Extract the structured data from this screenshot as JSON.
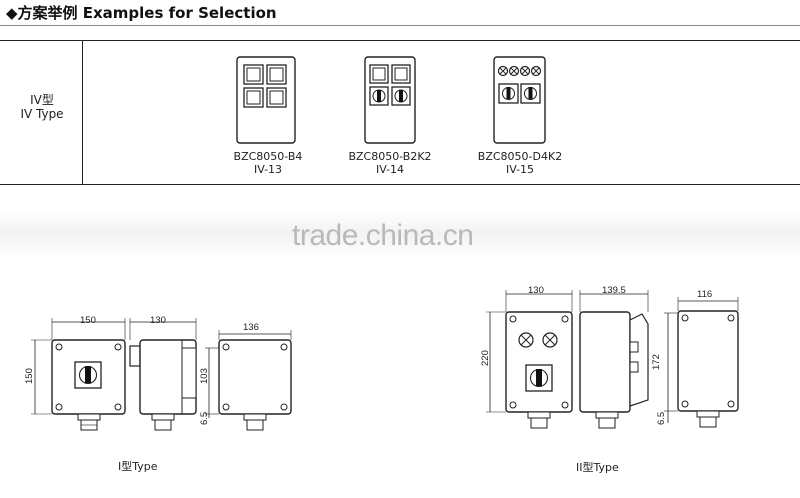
{
  "header": {
    "title": "◆方案举例 Examples for Selection"
  },
  "table": {
    "type_line1": "IV型",
    "type_line2": "IV Type",
    "products": [
      {
        "model": "BZC8050-B4",
        "code": "IV-13"
      },
      {
        "model": "BZC8050-B2K2",
        "code": "IV-14"
      },
      {
        "model": "BZC8050-D4K2",
        "code": "IV-15"
      }
    ]
  },
  "watermark": "trade.china.cn",
  "type1": {
    "caption": "I型Type",
    "dims": {
      "front_width": "150",
      "front_height": "150",
      "side_width": "130",
      "top_width": "136",
      "top_height": "103",
      "gland": "6.5"
    }
  },
  "type2": {
    "caption": "II型Type",
    "dims": {
      "front_width": "130",
      "front_height": "220",
      "side_width": "139.5",
      "top_width": "116",
      "top_height": "172",
      "gland": "6.5"
    }
  }
}
